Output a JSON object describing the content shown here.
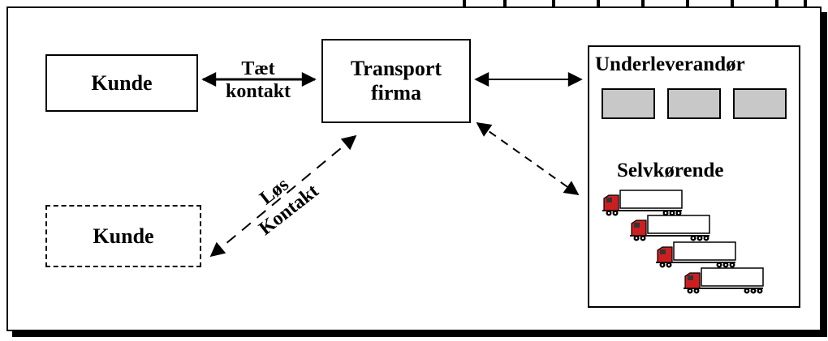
{
  "diagram": {
    "nodes": {
      "kunde_1": "Kunde",
      "kunde_2": "Kunde",
      "transport_firma": "Transport\nfirma",
      "underleverandor": "Underleverandør",
      "selvkorende": "Selvkørende"
    },
    "edges": {
      "taet_kontakt": "Tæt\nkontakt",
      "los_kontakt": "Løs\nKontakt"
    },
    "truck_count": 4,
    "subcontractor_slot_count": 3,
    "colors": {
      "line": "#000000",
      "slot_fill": "#c8c8c8",
      "truck_cab": "#cc2020",
      "background": "#ffffff"
    }
  }
}
